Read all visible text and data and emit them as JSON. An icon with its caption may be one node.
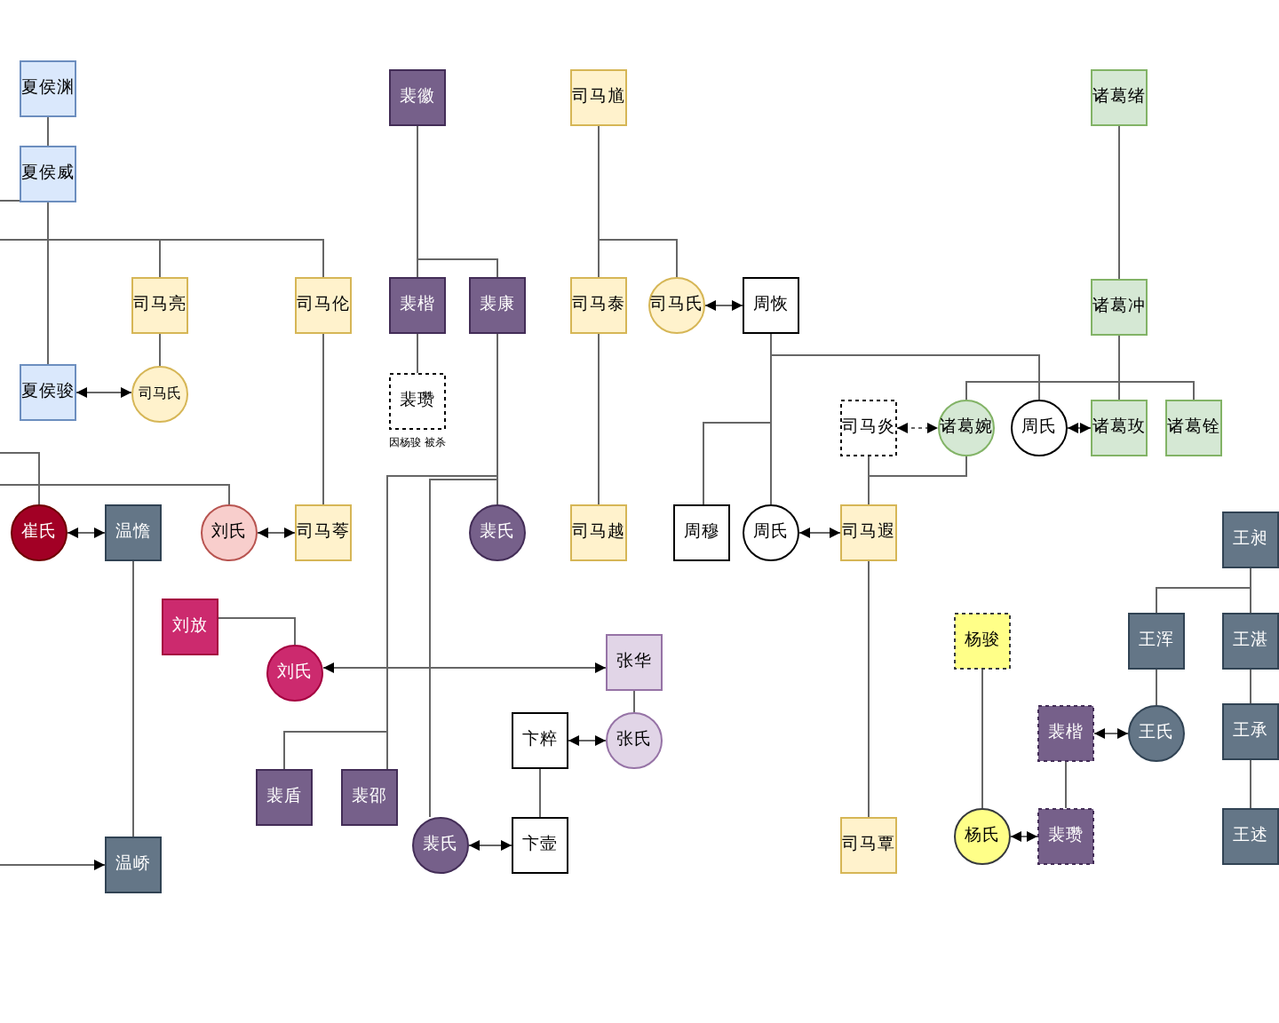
{
  "diagram": {
    "nodes": [
      {
        "text": [
          "夏侯渊"
        ]
      },
      {
        "text": [
          "夏侯威"
        ]
      },
      {
        "text": [
          "司马亮"
        ]
      },
      {
        "text": [
          "司马伦"
        ]
      },
      {
        "text": [
          "夏侯骏"
        ]
      },
      {
        "text": [
          "司马氏"
        ]
      },
      {
        "text": [
          "裴徽"
        ]
      },
      {
        "text": [
          "裴楷"
        ]
      },
      {
        "text": [
          "裴康"
        ]
      },
      {
        "text": [
          "裴瓒"
        ],
        "beside": [
          "因杨骏 被杀"
        ]
      },
      {
        "text": [
          "司马馗"
        ]
      },
      {
        "text": [
          "司马泰"
        ]
      },
      {
        "text": [
          "司马氏"
        ]
      },
      {
        "text": [
          "周恢"
        ]
      },
      {
        "text": [
          "诸葛绪"
        ]
      },
      {
        "text": [
          "诸葛冲"
        ]
      },
      {
        "text": [
          "司马炎"
        ]
      },
      {
        "text": [
          "诸葛婉"
        ]
      },
      {
        "text": [
          "周氏"
        ]
      },
      {
        "text": [
          "诸葛玫"
        ]
      },
      {
        "text": [
          "诸葛铨"
        ]
      },
      {
        "text": [
          "崔氏"
        ]
      },
      {
        "text": [
          "温憺"
        ]
      },
      {
        "text": [
          "刘氏"
        ]
      },
      {
        "text": [
          "司马荂"
        ]
      },
      {
        "text": [
          "裴氏"
        ]
      },
      {
        "text": [
          "司马越"
        ]
      },
      {
        "text": [
          "周穆"
        ]
      },
      {
        "text": [
          "周氏"
        ]
      },
      {
        "text": [
          "司马遐"
        ]
      },
      {
        "text": [
          "王昶"
        ]
      },
      {
        "text": [
          "刘放"
        ]
      },
      {
        "text": [
          "刘氏"
        ]
      },
      {
        "text": [
          "张华"
        ]
      },
      {
        "text": [
          "杨骏"
        ]
      },
      {
        "text": [
          "王浑"
        ]
      },
      {
        "text": [
          "王湛"
        ]
      },
      {
        "text": [
          "卞粹"
        ]
      },
      {
        "text": [
          "张氏"
        ]
      },
      {
        "text": [
          "裴楷"
        ]
      },
      {
        "text": [
          "王氏"
        ]
      },
      {
        "text": [
          "王承"
        ]
      },
      {
        "text": [
          "裴盾"
        ]
      },
      {
        "text": [
          "裴邵"
        ]
      },
      {
        "text": [
          "裴氏"
        ]
      },
      {
        "text": [
          "卞壸"
        ]
      },
      {
        "text": [
          "温峤"
        ]
      },
      {
        "text": [
          "司马覃"
        ]
      },
      {
        "text": [
          "杨氏"
        ]
      },
      {
        "text": [
          "裴瓒"
        ]
      },
      {
        "text": [
          "王述"
        ]
      }
    ],
    "edges": [
      {
        "from": 0,
        "to": 1,
        "arrow": "none"
      },
      {
        "from": 1,
        "to": null,
        "arrow": "none"
      },
      {
        "from": null,
        "to": 2,
        "arrow": "none"
      },
      {
        "from": null,
        "to": 3,
        "arrow": "none"
      },
      {
        "from": 1,
        "to": 4,
        "arrow": "none"
      },
      {
        "from": 2,
        "to": 5,
        "arrow": "none"
      },
      {
        "from": 4,
        "to": 5,
        "arrow": "both"
      },
      {
        "from": 3,
        "to": 24,
        "arrow": "none"
      },
      {
        "from": 6,
        "to": 7,
        "arrow": "none"
      },
      {
        "from": 6,
        "to": 8,
        "arrow": "none"
      },
      {
        "from": 7,
        "to": 9,
        "arrow": "none"
      },
      {
        "from": 8,
        "to": 25,
        "arrow": "none"
      },
      {
        "from": 8,
        "to": 42,
        "arrow": "none"
      },
      {
        "from": 8,
        "to": 43,
        "arrow": "none"
      },
      {
        "from": 8,
        "to": 44,
        "arrow": "none"
      },
      {
        "from": 10,
        "to": 11,
        "arrow": "none"
      },
      {
        "from": 10,
        "to": 12,
        "arrow": "none"
      },
      {
        "from": 11,
        "to": 26,
        "arrow": "none"
      },
      {
        "from": 12,
        "to": 13,
        "arrow": "both"
      },
      {
        "from": 13,
        "to": 27,
        "arrow": "none"
      },
      {
        "from": 13,
        "to": 28,
        "arrow": "none"
      },
      {
        "from": 13,
        "to": 18,
        "arrow": "none"
      },
      {
        "from": 14,
        "to": 15,
        "arrow": "none"
      },
      {
        "from": 15,
        "to": 17,
        "arrow": "none"
      },
      {
        "from": 15,
        "to": 19,
        "arrow": "none"
      },
      {
        "from": 15,
        "to": 20,
        "arrow": "none"
      },
      {
        "from": 16,
        "to": 17,
        "arrow": "both",
        "style": "dashed"
      },
      {
        "from": 18,
        "to": 19,
        "arrow": "both"
      },
      {
        "from": 16,
        "to": 29,
        "arrow": "none"
      },
      {
        "from": 17,
        "to": 29,
        "arrow": "none"
      },
      {
        "from": 29,
        "to": 47,
        "arrow": "none"
      },
      {
        "from": 28,
        "to": 29,
        "arrow": "both"
      },
      {
        "from": 21,
        "to": 22,
        "arrow": "both"
      },
      {
        "from": 22,
        "to": 46,
        "arrow": "none"
      },
      {
        "from": null,
        "to": 46,
        "arrow": "to"
      },
      {
        "from": null,
        "to": 21,
        "arrow": "none"
      },
      {
        "from": null,
        "to": 23,
        "arrow": "none"
      },
      {
        "from": 23,
        "to": 24,
        "arrow": "both"
      },
      {
        "from": 31,
        "to": 32,
        "arrow": "none"
      },
      {
        "from": 32,
        "to": 33,
        "arrow": "both"
      },
      {
        "from": 33,
        "to": 38,
        "arrow": "none"
      },
      {
        "from": 37,
        "to": 38,
        "arrow": "both"
      },
      {
        "from": 37,
        "to": 45,
        "arrow": "none"
      },
      {
        "from": 44,
        "to": 45,
        "arrow": "both"
      },
      {
        "from": 34,
        "to": 48,
        "arrow": "none"
      },
      {
        "from": 48,
        "to": 49,
        "arrow": "both"
      },
      {
        "from": 39,
        "to": 49,
        "arrow": "none"
      },
      {
        "from": 39,
        "to": 40,
        "arrow": "both"
      },
      {
        "from": 35,
        "to": 40,
        "arrow": "none"
      },
      {
        "from": 30,
        "to": 35,
        "arrow": "none"
      },
      {
        "from": 30,
        "to": 36,
        "arrow": "none"
      },
      {
        "from": 36,
        "to": 41,
        "arrow": "none"
      },
      {
        "from": 41,
        "to": 50,
        "arrow": "none"
      }
    ]
  }
}
